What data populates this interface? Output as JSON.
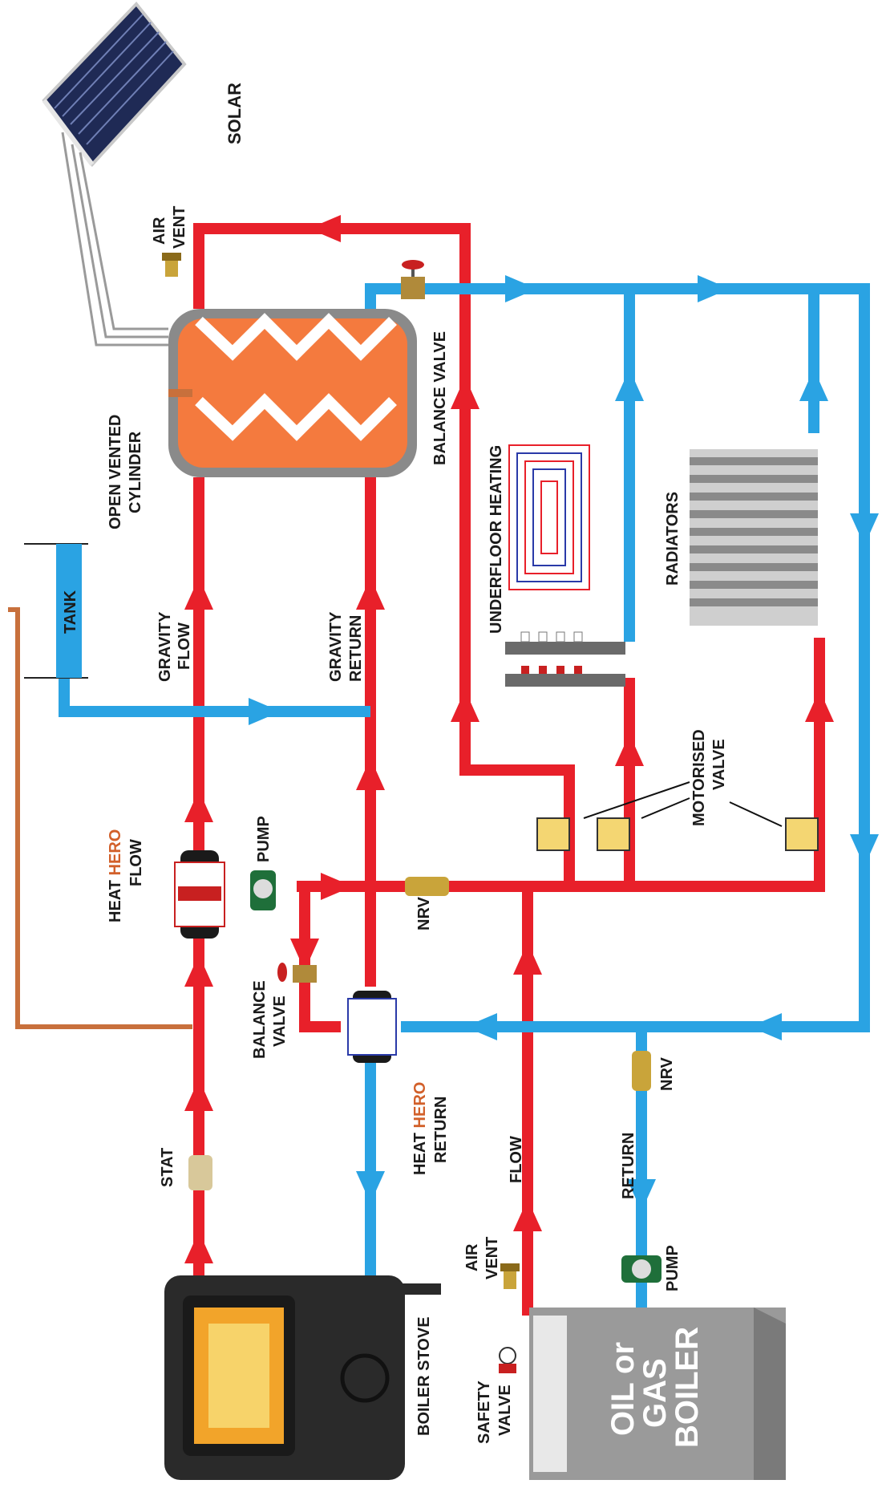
{
  "colors": {
    "flow": "#e8202a",
    "return": "#2aa3e3",
    "copper": "#c8703c",
    "cylinder": "#f47a3e",
    "cylinder_shell": "#8a8a8a",
    "boiler_body": "#9a9a9a",
    "stove": "#2a2a2a",
    "hero_accent": "#d2602a"
  },
  "labels": {
    "solar": "SOLAR",
    "air_vent_top": [
      "AIR",
      "VENT"
    ],
    "balance_valve_top": "BALANCE VALVE",
    "open_vented_cylinder": [
      "OPEN VENTED",
      "CYLINDER"
    ],
    "tank": "TANK",
    "gravity_flow": [
      "GRAVITY",
      "FLOW"
    ],
    "gravity_return": [
      "GRAVITY",
      "RETURN"
    ],
    "underfloor_heating": "UNDERFLOOR HEATING",
    "radiators": "RADIATORS",
    "motorised_valve": [
      "MOTORISED",
      "VALVE"
    ],
    "heat_hero_flow": {
      "heat": "HEAT",
      "hero": "HERO",
      "flow": "FLOW"
    },
    "pump_top": "PUMP",
    "nrv_top": "NRV",
    "balance_valve_lower": [
      "BALANCE",
      "VALVE"
    ],
    "heat_hero_return": {
      "heat": "HEAT",
      "hero": "HERO",
      "return": "RETURN"
    },
    "nrv_right": "NRV",
    "stat": "STAT",
    "flow": "FLOW",
    "return": "RETURN",
    "air_vent_bottom": [
      "AIR",
      "VENT"
    ],
    "pump_bottom": "PUMP",
    "safety_valve": [
      "SAFETY",
      "VALVE"
    ],
    "boiler_stove": "BOILER STOVE",
    "boiler": [
      "OIL or",
      "GAS",
      "BOILER"
    ]
  },
  "icons": {
    "solar_panel": "solar-panel-icon",
    "cylinder": "cylinder-icon",
    "tank": "tank-icon",
    "radiator": "radiator-icon",
    "manifold": "manifold-icon",
    "motorised_valve": "motorised-valve-icon",
    "pump": "pump-icon",
    "nrv": "nrv-icon",
    "heat_hero": "heat-hero-icon",
    "stove": "stove-icon",
    "boiler": "boiler-icon"
  }
}
